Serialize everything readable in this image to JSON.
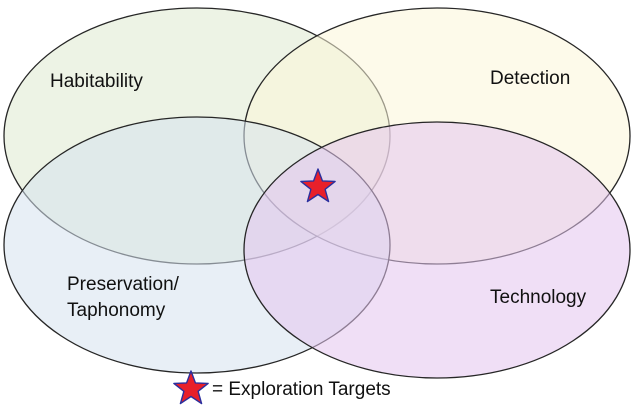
{
  "sets": [
    {
      "id": "habitability",
      "label_lines": [
        "Habitability"
      ],
      "fill": "#dfe9cf"
    },
    {
      "id": "detection",
      "label_lines": [
        "Detection"
      ],
      "fill": "#fbf6d9"
    },
    {
      "id": "preservation",
      "label_lines": [
        "Preservation/",
        "Taphonomy"
      ],
      "fill": "#d5e1ee"
    },
    {
      "id": "technology",
      "label_lines": [
        "Technology"
      ],
      "fill": "#e3c4ef"
    }
  ],
  "colors": {
    "outline": "#262626",
    "star_fill": "#e8202a",
    "star_stroke": "#2b2f9e"
  },
  "marker": {
    "icon": "star-icon"
  },
  "legend": {
    "text": "= Exploration Targets"
  }
}
